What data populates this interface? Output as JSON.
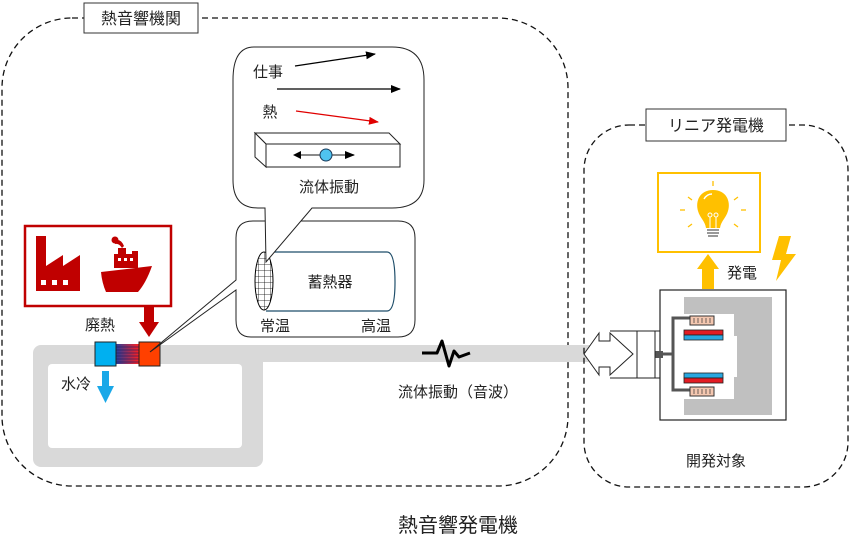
{
  "engine": {
    "label": "熱音響機関",
    "waste_heat_label": "廃熱",
    "water_cooling_label": "水冷",
    "fluid_vibration_sound_label": "流体振動（音波）"
  },
  "callout": {
    "work_label": "仕事",
    "heat_label": "熱",
    "fluid_vibration_label": "流体振動"
  },
  "regenerator": {
    "label": "蓄熱器",
    "ambient_temp_label": "常温",
    "high_temp_label": "高温"
  },
  "generator": {
    "label": "リニア発電機",
    "power_generation_label": "発電",
    "development_target_label": "開発対象"
  },
  "caption": "熱音響発電機",
  "icons": {
    "factory": "factory-icon",
    "ship": "ship-icon",
    "bulb": "lightbulb-icon",
    "lightning": "lightning-icon",
    "wave": "sound-wave-icon"
  },
  "colors": {
    "heat_red": "#c00000",
    "hot_exchanger": "#ff4000",
    "cold_exchanger": "#00b0f0",
    "cooling_arrow": "#1aa8e8",
    "power_yellow": "#ffc000",
    "tube_gray": "#d9d9d9",
    "magnet_red": "#e31c23",
    "magnet_blue": "#29a8e0",
    "coil_tan": "#f4c7b0"
  }
}
